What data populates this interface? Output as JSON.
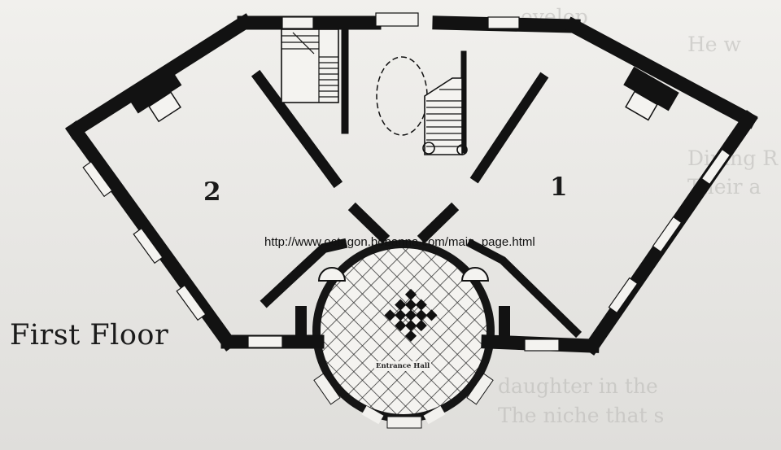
{
  "diagram": {
    "title": "First Floor",
    "rooms": [
      {
        "id": "room-2",
        "label": "2"
      },
      {
        "id": "room-1",
        "label": "1"
      }
    ],
    "entrance_hall_label": "Entrance Hall",
    "watermark_url": "http://www.octagon.bobanna.com/main_page.html",
    "show_through_text": [
      "evelop",
      "He w",
      "Dining R",
      "Their a",
      "daughter in the",
      "The niche that s"
    ],
    "colors": {
      "ink": "#121212",
      "paper": "#eeede9",
      "hatch": "#3a3a3a"
    }
  }
}
